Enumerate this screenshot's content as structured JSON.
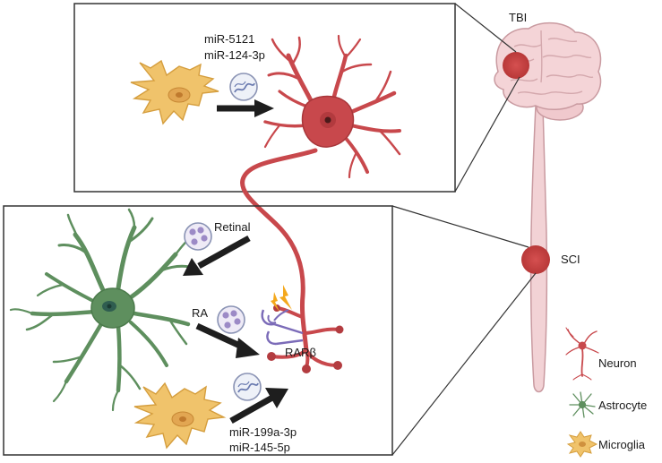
{
  "labels": {
    "tbi": "TBI",
    "sci": "SCI",
    "mir_top_1": "miR-5121",
    "mir_top_2": "miR-124-3p",
    "retinal": "Retinal",
    "ra": "RA",
    "rarb": "RARβ",
    "mir_bottom_1": "miR-199a-3p",
    "mir_bottom_2": "miR-145-5p"
  },
  "legend": [
    {
      "label": "Neuron",
      "icon": "neuron-icon"
    },
    {
      "label": "Astrocyte",
      "icon": "astrocyte-icon"
    },
    {
      "label": "Microglia",
      "icon": "microglia-icon"
    }
  ],
  "colors": {
    "neuron": "#c8484c",
    "neuron_dark": "#a8363a",
    "astrocyte": "#5e8f5e",
    "microglia": "#f0c36b",
    "brain": "#f3cfd2",
    "injury": "#cc4b4b",
    "vesicle": "#9c8ac6",
    "lightning": "#f4a81c"
  }
}
